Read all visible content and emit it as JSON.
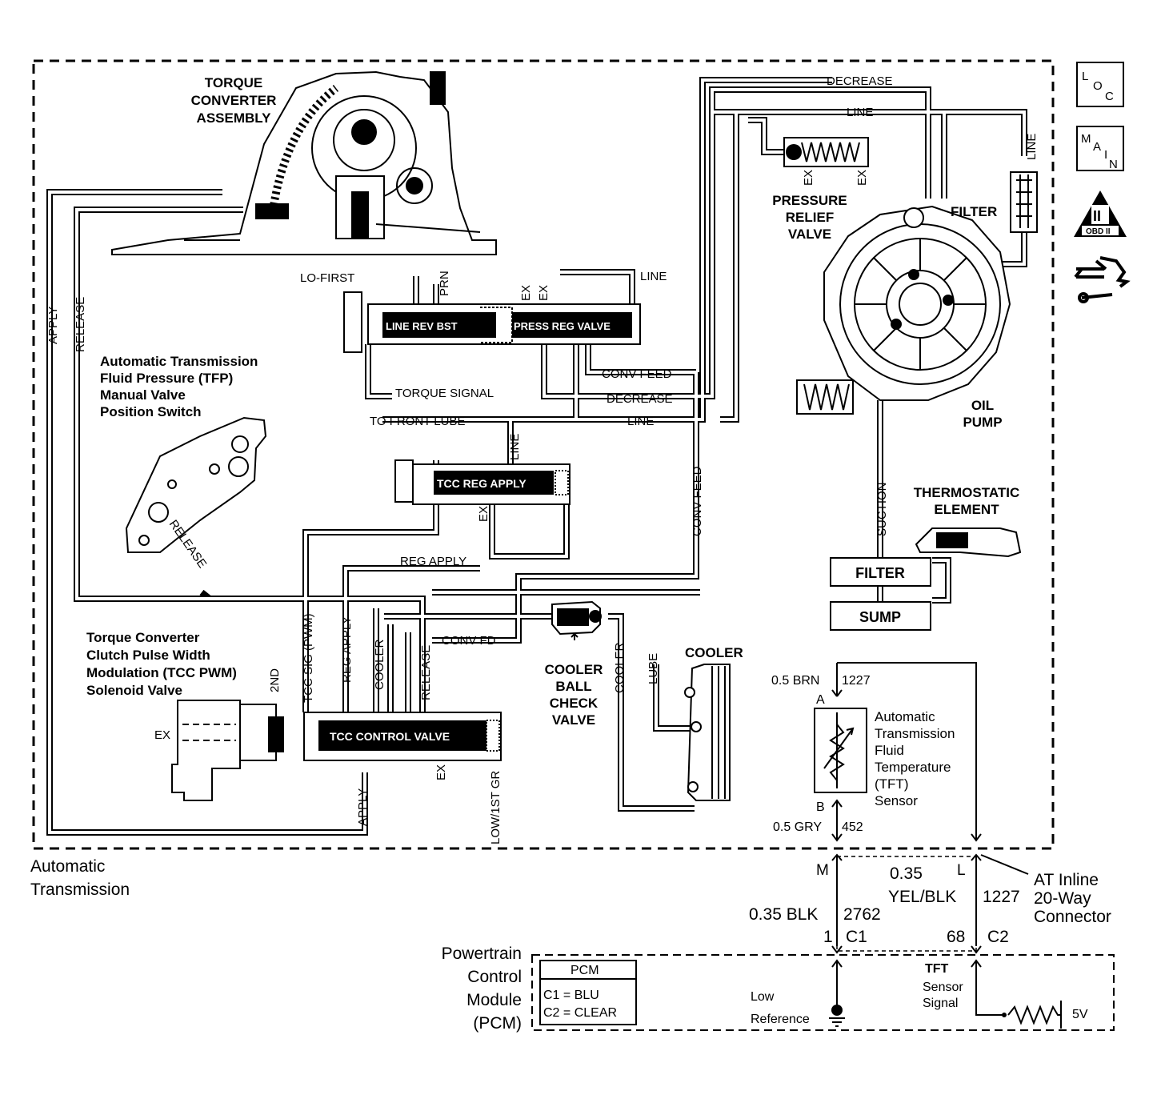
{
  "components": {
    "torque_converter": "TORQUE\nCONVERTER\nASSEMBLY",
    "tfp_switch": "Automatic Transmission\nFluid Pressure (TFP)\nManual Valve\nPosition Switch",
    "tcc_pwm": "Torque Converter\nClutch Pulse Width\nModulation (TCC PWM)\nSolenoid Valve",
    "pressure_relief": "PRESSURE\nRELIEF\nVALVE",
    "oil_pump": "OIL\nPUMP",
    "thermostatic": "THERMOSTATIC\nELEMENT",
    "cooler": "COOLER",
    "cooler_ball_check": "COOLER\nBALL\nCHECK\nVALVE",
    "tft_sensor": "Automatic\nTransmission\nFluid\nTemperature\n(TFT)\nSensor",
    "filter_top": "FILTER",
    "filter_box": "FILTER",
    "sump_box": "SUMP",
    "automatic_transmission": "Automatic\nTransmission",
    "pcm_label": "Powertrain\nControl\nModule\n(PCM)",
    "inline_connector": "AT Inline\n20-Way\nConnector"
  },
  "valves": {
    "line_rev_bst": "LINE REV BST",
    "press_reg": "PRESS REG VALVE",
    "tcc_reg_apply": "TCC REG APPLY",
    "tcc_control": "TCC CONTROL VALVE"
  },
  "passages": {
    "apply": "APPLY",
    "release": "RELEASE",
    "release_switch": "RELEASE",
    "lo_first": "LO-FIRST",
    "prn": "PRN",
    "ex1": "EX",
    "ex2": "EX",
    "line_top": "LINE",
    "torque_signal": "TORQUE SIGNAL",
    "conv_feed_h": "CONV FEED",
    "decrease_mid": "DECREASE",
    "to_front_lube": "TO FRONT LUBE",
    "line_mid": "LINE",
    "line_vert": "LINE",
    "ex_reg": "EX",
    "conv_feed_v": "CONV FEED",
    "reg_apply_h": "REG APPLY",
    "tcc_sig": "TCC SIG (PWM)",
    "reg_apply_v": "REG APPLY",
    "cooler_v1": "COOLER",
    "release_v": "RELEASE",
    "conv_fd": "CONV FD",
    "cooler_v2": "COOLER",
    "lube": "LUBE",
    "second": "2ND",
    "ex_solenoid": "EX",
    "ex_control": "EX",
    "apply_bottom": "APPLY",
    "low_1st": "LOW/1ST GR",
    "decrease_top": "DECREASE",
    "line_upper": "LINE",
    "ex_relief1": "EX",
    "ex_relief2": "EX",
    "line_right": "LINE",
    "suction": "SUCTION"
  },
  "wiring": {
    "wire_a": "0.5 BRN",
    "circuit_a": "1227",
    "pin_a": "A",
    "pin_b": "B",
    "wire_b": "0.5 GRY",
    "circuit_b": "452",
    "pin_m": "M",
    "pin_l": "L",
    "wire_yel_1": "0.35",
    "wire_yel_2": "YEL/BLK",
    "circuit_l": "1227",
    "wire_blk": "0.35 BLK",
    "circuit_blk": "2762",
    "pin_1": "1",
    "conn_c1": "C1",
    "pin_68": "68",
    "conn_c2": "C2"
  },
  "pcm": {
    "box_title": "PCM",
    "c1": "C1 = BLU",
    "c2": "C2 = CLEAR",
    "low_ref_1": "Low",
    "low_ref_2": "Reference",
    "tft_sig_1": "TFT",
    "tft_sig_2": "Sensor",
    "tft_sig_3": "Signal",
    "voltage": "5V"
  },
  "icons": {
    "loc_l": "L",
    "loc_o": "O",
    "loc_c": "C",
    "main_m": "M",
    "main_a": "A",
    "main_i": "I",
    "main_n": "N",
    "obd_ii": "II",
    "obd_label": "OBD II"
  }
}
